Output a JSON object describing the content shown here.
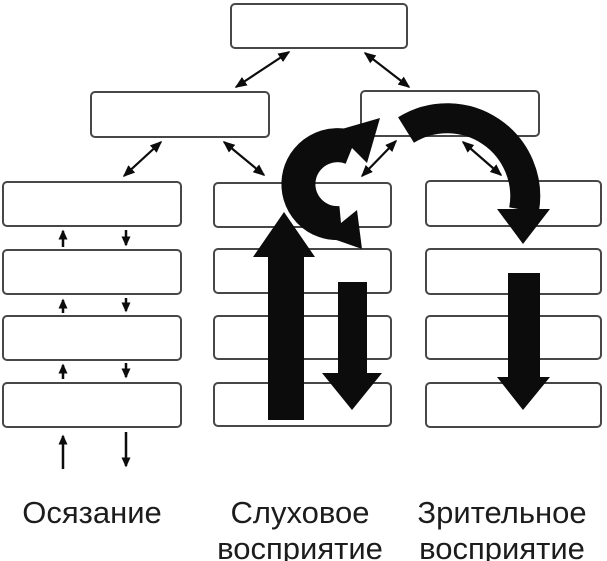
{
  "diagram": {
    "structure": {
      "top_boxes": 1,
      "mid_boxes": 2,
      "columns": 3,
      "boxes_per_column": 4,
      "column_ids": [
        "touch",
        "auditory",
        "visual"
      ]
    },
    "labels": {
      "col1": [
        "Осязание"
      ],
      "col2": [
        "Слуховое",
        "восприятие"
      ],
      "col3": [
        "Зрительное",
        "восприятие"
      ]
    },
    "colors": {
      "arrow": "#0c0c0c",
      "box_border": "#474747",
      "box_fill": "#ffffff",
      "background": "#ffffff",
      "text": "#1c1c1c"
    }
  }
}
